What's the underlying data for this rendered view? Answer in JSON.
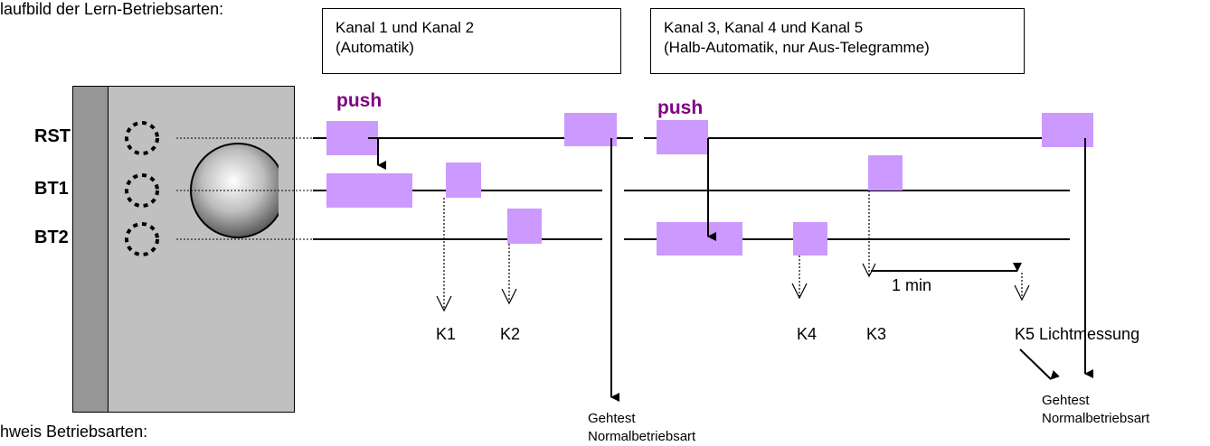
{
  "caption": "laufbild der Lern-Betriebsarten:",
  "footer_note": "hweis Betriebsarten:",
  "box_left": {
    "line1": "Kanal 1 und Kanal 2",
    "line2": "(Automatik)"
  },
  "box_right": {
    "line1": "Kanal 3, Kanal 4 und Kanal 5",
    "line2": "(Halb-Automatik, nur Aus-Telegramme)"
  },
  "rows": {
    "rst": "RST",
    "bt1": "BT1",
    "bt2": "BT2"
  },
  "push_label": "push",
  "channels": {
    "k1": "K1",
    "k2": "K2",
    "k3": "K3",
    "k4": "K4",
    "k5": "K5 Lichtmessung"
  },
  "interval": "1 min",
  "result_left": {
    "line1": "Gehtest",
    "line2": "Normalbetriebsart"
  },
  "result_right": {
    "line1": "Gehtest",
    "line2": "Normalbetriebsart"
  },
  "colors": {
    "pulse": "#cc99ff",
    "device_face": "#c0c0c0",
    "device_side": "#969696",
    "push_text": "#800080"
  }
}
